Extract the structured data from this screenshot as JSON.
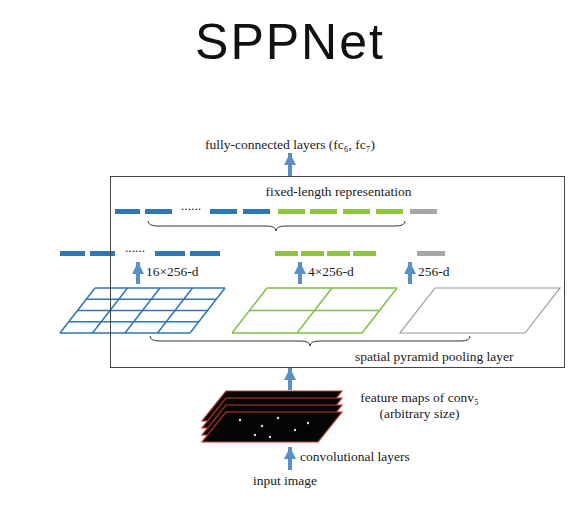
{
  "diagram": {
    "title": "SPPNet",
    "nodes": [
      {
        "text": [
          "fixed-length representation",
          "spatial pyramid pooling layer"
        ]
      },
      {
        "text": [
          "feature maps of conv₅ (arbitrary size)"
        ]
      }
    ],
    "edges": [
      {
        "from": 1,
        "to": 0,
        "arrow": "to"
      }
    ],
    "labels": [
      "fully-connected layers (fc₆, fc₇)",
      "......",
      "......",
      "16×256-d",
      "4×256-d",
      "256-d",
      "convolutional layers",
      "input image"
    ]
  }
}
